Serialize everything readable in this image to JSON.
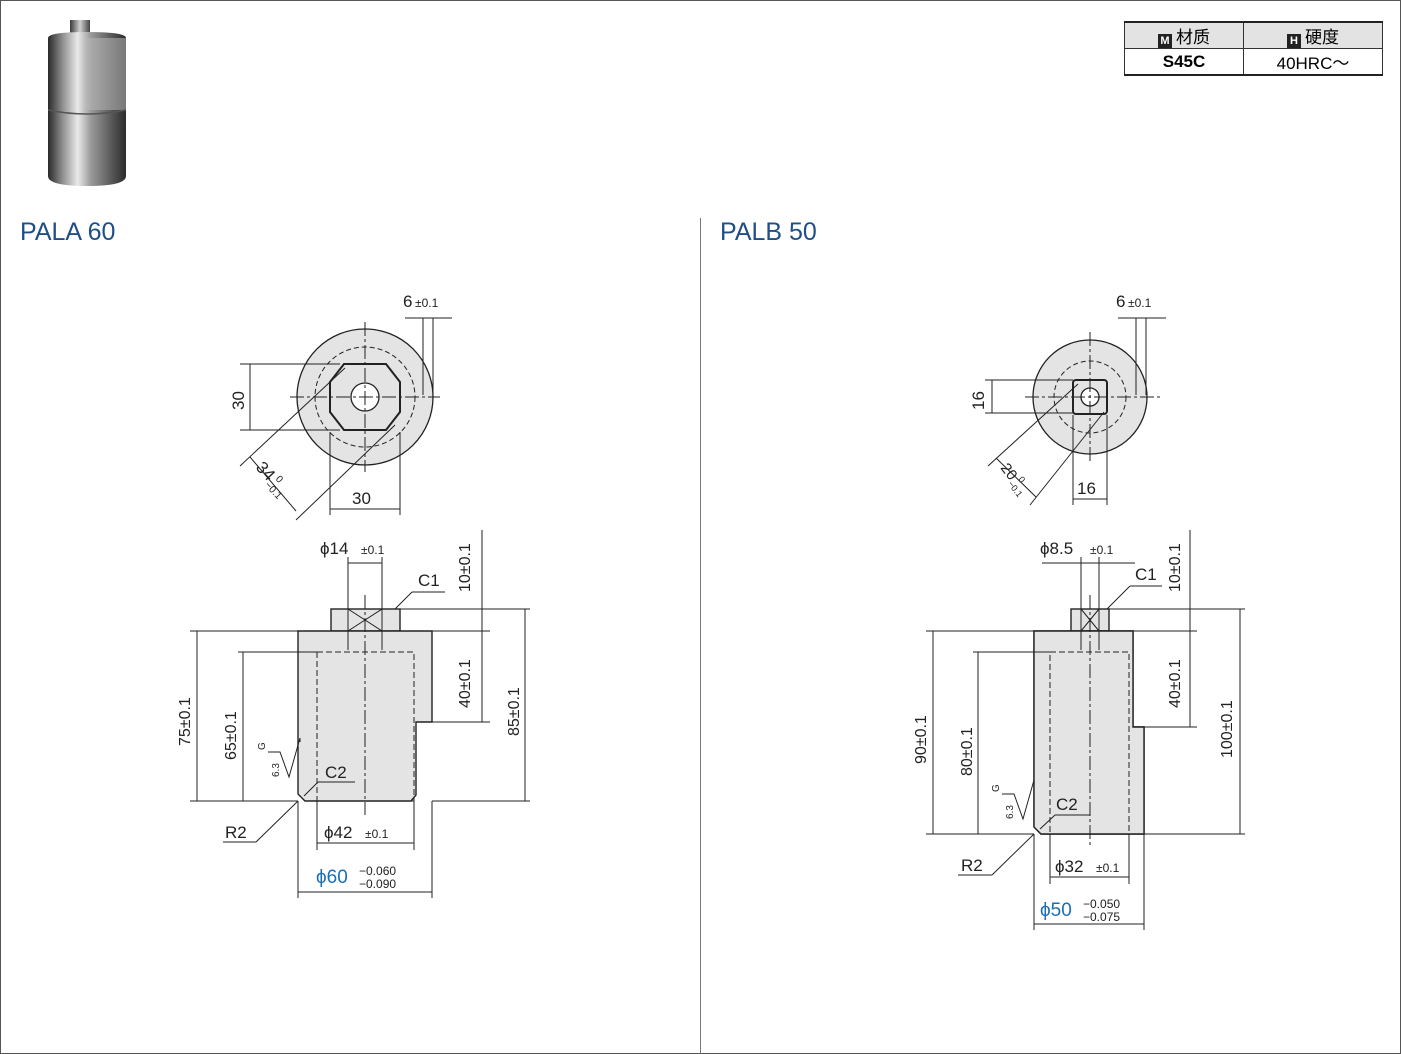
{
  "spec_table": {
    "material_header": "材质",
    "material_icon": "M",
    "hardness_header": "硬度",
    "hardness_icon": "H",
    "material_value": "S45C",
    "hardness_value": "40HRC～"
  },
  "left": {
    "title": "PALA 60",
    "dims": {
      "top_width": "6",
      "top_width_tol": "±0.1",
      "hex_height": "30",
      "hex_across": "34",
      "hex_across_tol_upper": "0",
      "hex_across_tol_lower": "−0.1",
      "hex_width": "30",
      "pin_dia_prefix": "ϕ14",
      "pin_dia_tol": "±0.1",
      "chamfer_top": "C1",
      "pin_height": "10±0.1",
      "flat_depth": "40±0.1",
      "total_height": "85±0.1",
      "body_height": "75±0.1",
      "inner_depth": "65±0.1",
      "finish_g": "G",
      "finish_ra": "6.3",
      "chamfer_bottom": "C2",
      "radius": "R2",
      "bore_dia_prefix": "ϕ42",
      "bore_dia_tol": "±0.1",
      "outer_dia_prefix": "ϕ60",
      "outer_dia_tol_upper": "−0.060",
      "outer_dia_tol_lower": "−0.090"
    }
  },
  "right": {
    "title": "PALB 50",
    "dims": {
      "top_width": "6",
      "top_width_tol": "±0.1",
      "sq_height": "16",
      "sq_across": "20",
      "sq_across_tol_upper": "0",
      "sq_across_tol_lower": "−0.1",
      "sq_width": "16",
      "pin_dia_prefix": "ϕ8.5",
      "pin_dia_tol": "±0.1",
      "chamfer_top": "C1",
      "pin_height": "10±0.1",
      "flat_depth": "40±0.1",
      "total_height": "100±0.1",
      "body_height": "90±0.1",
      "inner_depth": "80±0.1",
      "finish_g": "G",
      "finish_ra": "6.3",
      "chamfer_bottom": "C2",
      "radius": "R2",
      "bore_dia_prefix": "ϕ32",
      "bore_dia_tol": "±0.1",
      "outer_dia_prefix": "ϕ50",
      "outer_dia_tol_upper": "−0.050",
      "outer_dia_tol_lower": "−0.075"
    }
  },
  "colors": {
    "title": "#1f4f86",
    "highlight_dim": "#1b6fb5",
    "part_fill": "#e4e4e4",
    "line": "#222222"
  }
}
